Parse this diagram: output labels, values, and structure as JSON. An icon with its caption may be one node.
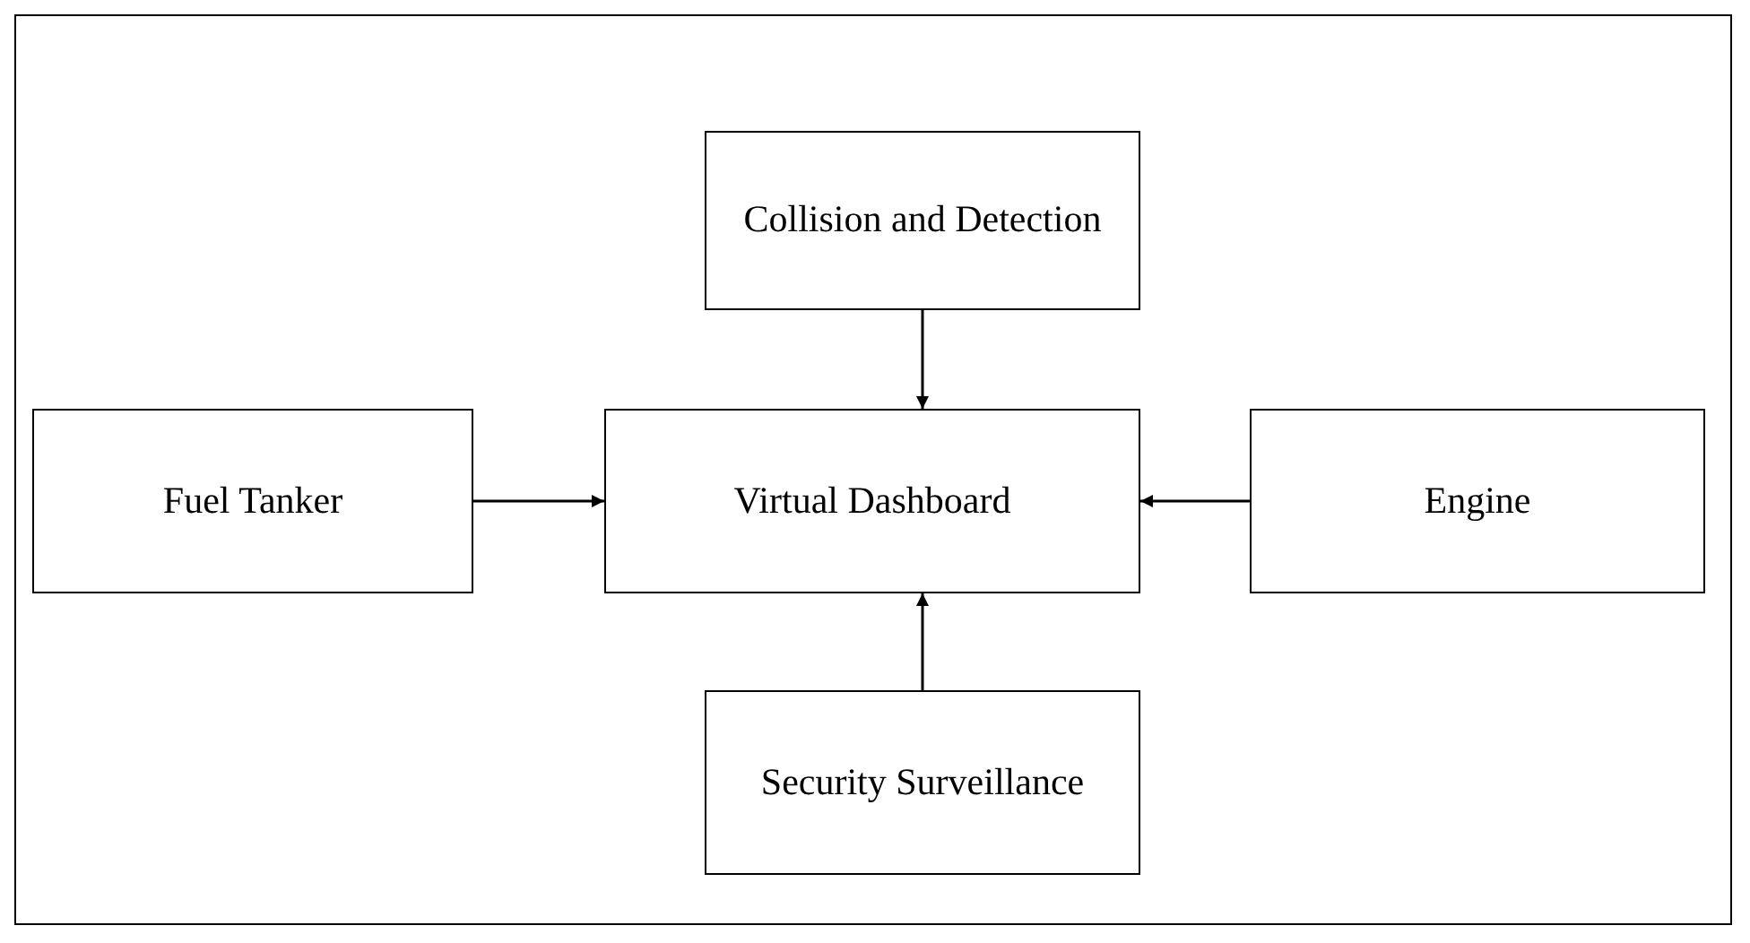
{
  "diagram": {
    "nodes": [
      {
        "text": [
          "Collision and Detection"
        ]
      },
      {
        "text": [
          "Fuel Tanker"
        ]
      },
      {
        "text": [
          "Virtual Dashboard"
        ]
      },
      {
        "text": [
          "Engine"
        ]
      },
      {
        "text": [
          "Security Surveillance"
        ]
      }
    ],
    "edges": [
      {
        "from": 0,
        "to": 2,
        "arrow": "to"
      },
      {
        "from": 1,
        "to": 2,
        "arrow": "to"
      },
      {
        "from": 3,
        "to": 2,
        "arrow": "to"
      },
      {
        "from": 4,
        "to": 2,
        "arrow": "to"
      }
    ]
  }
}
